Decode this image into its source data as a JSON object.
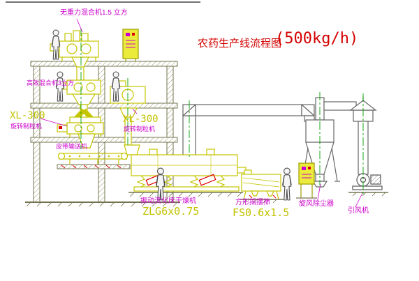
{
  "title": {
    "name": "农药生产线流程图",
    "capacity": "(500kg/h)"
  },
  "equipment_labels": {
    "top_mixer": "无重力混合机1.5 立方",
    "mid_mixer": "高效混合机3立方",
    "granulator_left_model": "XL-300",
    "granulator_left_name": "旋转制粒机",
    "granulator_center_model": "XL-300",
    "granulator_center_name": "旋转制粒机",
    "belt_conveyor": "皮带输送机",
    "dryer_name": "振动流化床干燥机",
    "dryer_model": "ZLG6x0.75",
    "sieve_name": "方形摇摆筛",
    "sieve_model": "FS0.6x1.5",
    "cyclone": "旋风除尘器",
    "fan": "引风机"
  },
  "colors": {
    "equipment_yellow": "#c4c400",
    "label_magenta": "#cc00cc",
    "title_red": "#d40000",
    "centerline_green": "#00a000",
    "structure_olive": "#73734f",
    "duct_gray": "#666666"
  }
}
